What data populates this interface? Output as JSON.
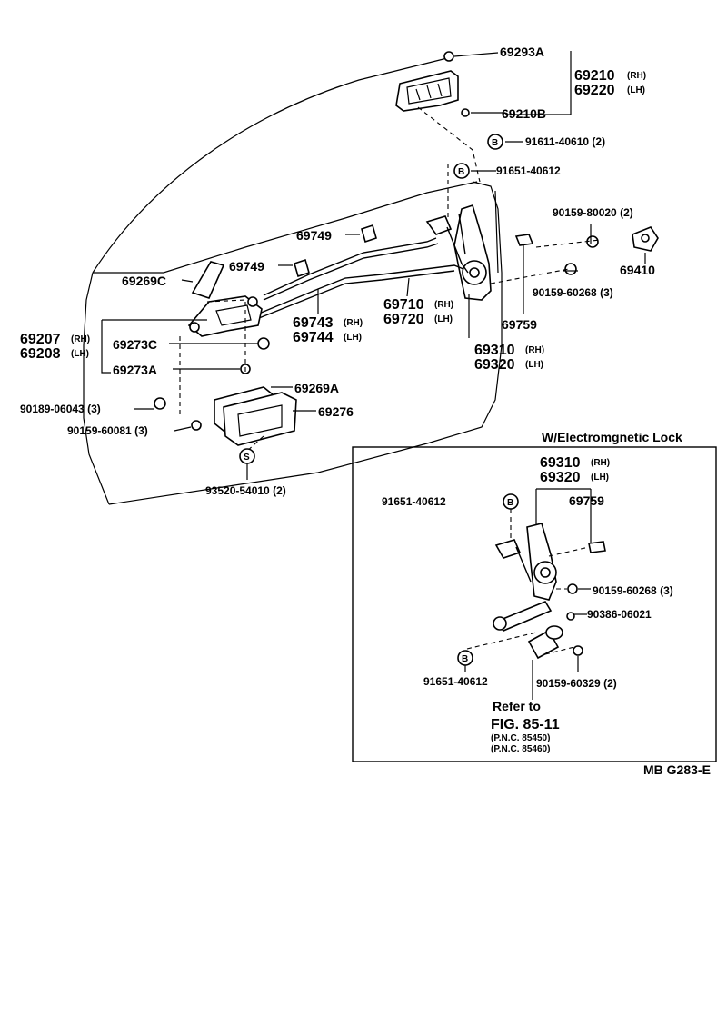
{
  "main": {
    "p69293A": "69293A",
    "p69210": "69210",
    "p69220": "69220",
    "rh": "(RH)",
    "lh": "(LH)",
    "p69210B": "69210B",
    "p91611": "91611-40610 (2)",
    "p91651": "91651-40612",
    "p90159_80020": "90159-80020 (2)",
    "p69749a": "69749",
    "p69749b": "69749",
    "p69410": "69410",
    "p69269C": "69269C",
    "p90159_60268": "90159-60268 (3)",
    "p69710": "69710",
    "p69720": "69720",
    "p69743": "69743",
    "p69744": "69744",
    "p69759": "69759",
    "p69207": "69207",
    "p69208": "69208",
    "p69273C": "69273C",
    "p69310": "69310",
    "p69320": "69320",
    "p69273A": "69273A",
    "p69269A": "69269A",
    "p90189": "90189-06043 (3)",
    "p69276": "69276",
    "p90159_60081": "90159-60081 (3)",
    "p93520": "93520-54010 (2)",
    "badge_b": "B",
    "badge_s": "S"
  },
  "inset": {
    "title": "W/Electromgnetic Lock",
    "p69310": "69310",
    "p69320": "69320",
    "rh": "(RH)",
    "lh": "(LH)",
    "p91651_top": "91651-40612",
    "p69759": "69759",
    "p90159_60268": "90159-60268 (3)",
    "p90386": "90386-06021",
    "p91651_bottom": "91651-40612",
    "p90159_60329": "90159-60329 (2)",
    "refer": "Refer to",
    "fig": "FIG. 85-11",
    "pnc1": "(P.N.C. 85450)",
    "pnc2": "(P.N.C. 85460)"
  },
  "footer": {
    "code": "MB  G283-E"
  }
}
